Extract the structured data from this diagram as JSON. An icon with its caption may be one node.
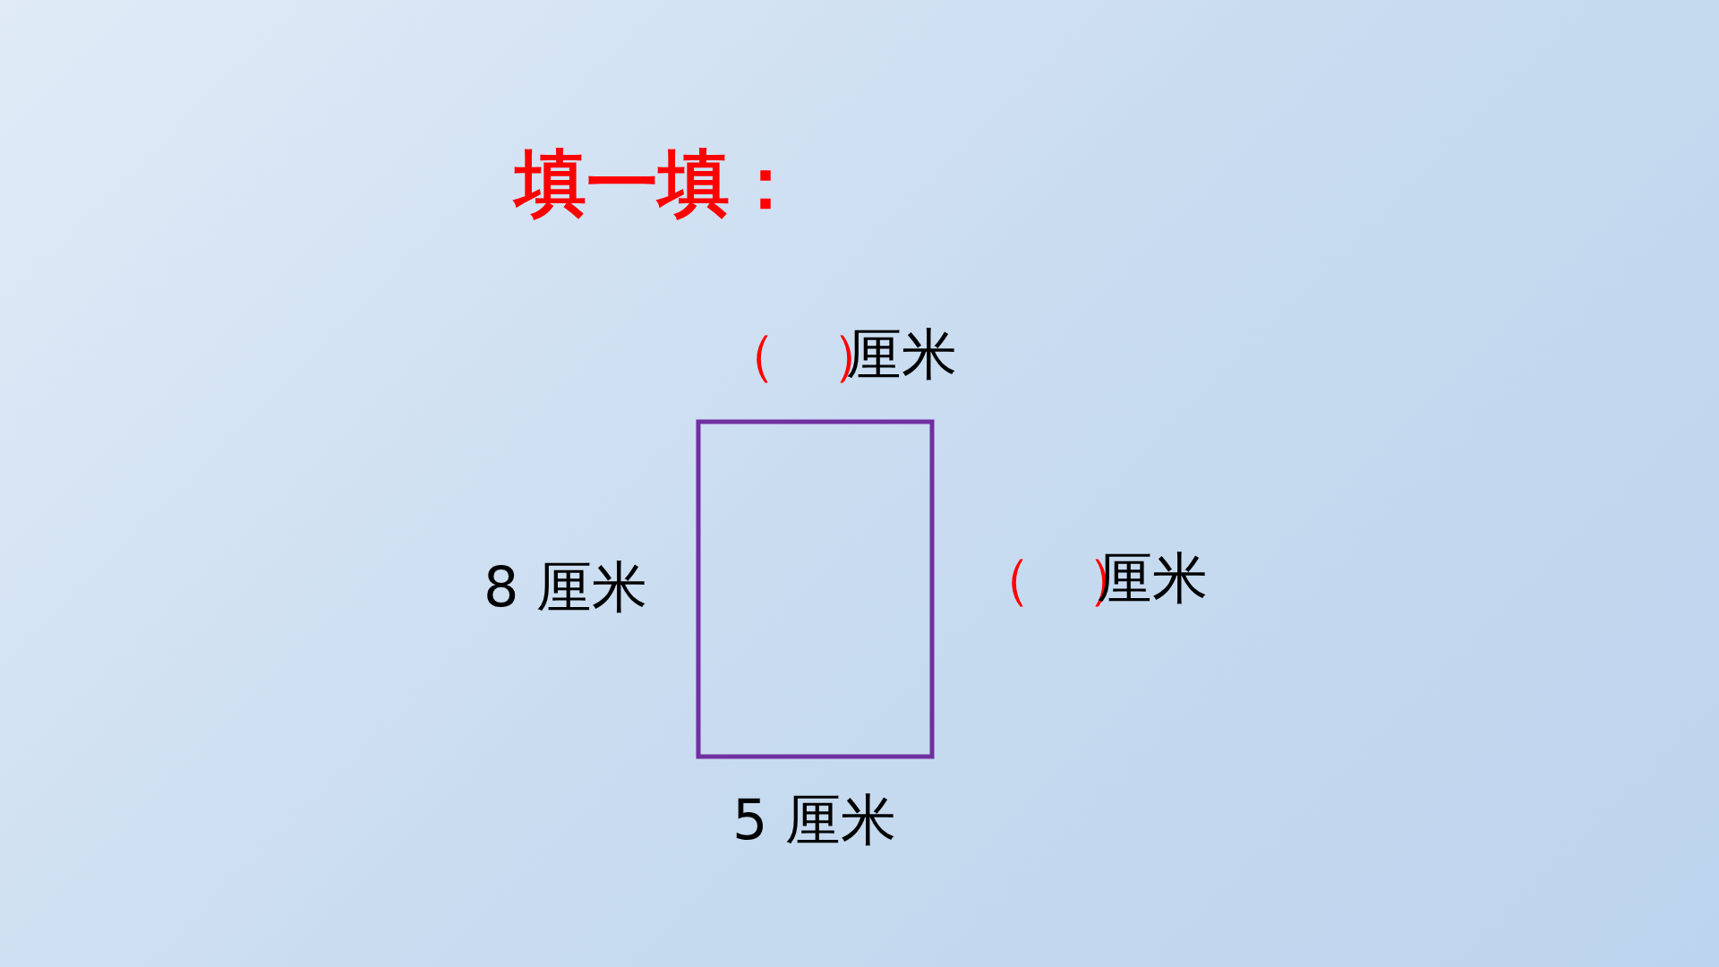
{
  "diagram": {
    "title": "填一填：",
    "labels": [
      "（　）",
      "厘米",
      "8 厘米",
      "（　）",
      "厘米",
      "5 厘米"
    ]
  }
}
